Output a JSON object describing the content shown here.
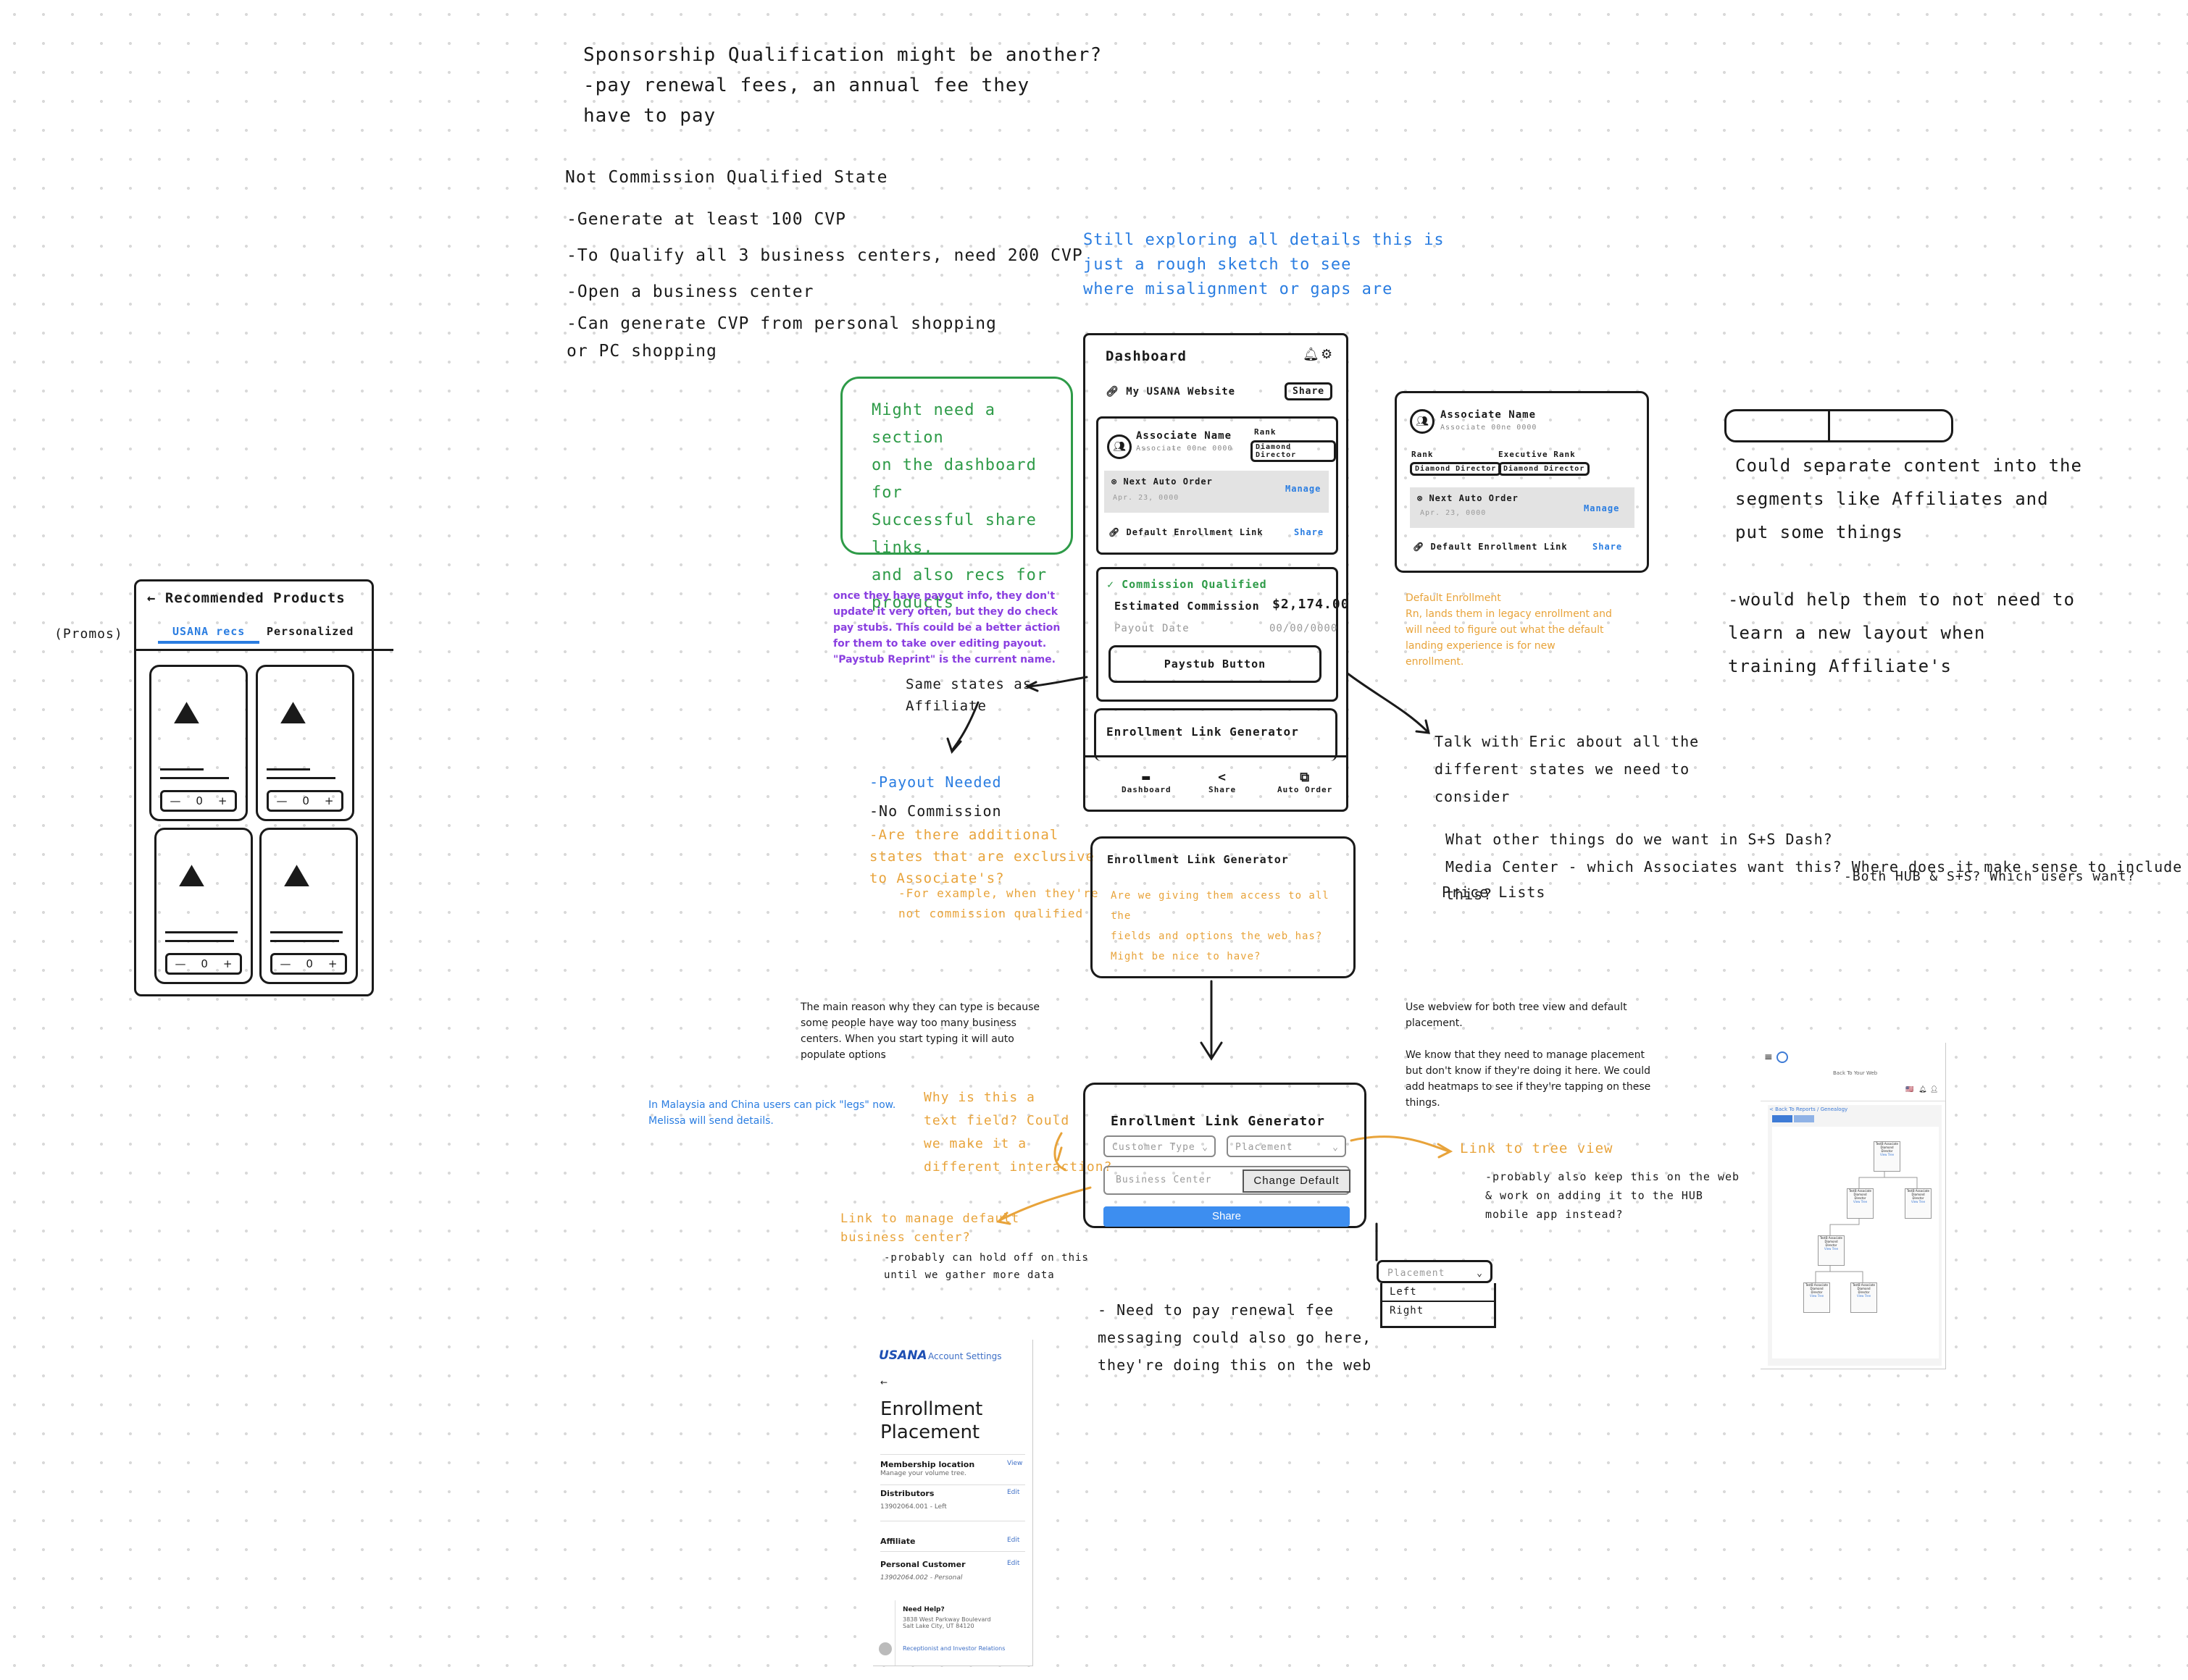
{
  "notes": {
    "sponsorship": "Sponsorship Qualification might be another?\n  -pay renewal fees, an annual fee they\n   have to pay",
    "not_commission_title": "Not Commission Qualified State",
    "not_commission_items": [
      "-Generate at least 100 CVP",
      "-To Qualify all 3 business centers, need 200 CVP",
      "-Open a business center",
      "-Can generate CVP from personal shopping\n or PC shopping"
    ],
    "still_exploring": "Still exploring all details this is\njust a rough sketch to see\nwhere misalignment or gaps are",
    "might_need": "Might need a section\non the dashboard for\nSuccessful share links,\nand also recs for\nproducts",
    "payout_info": "once they have payout info, they don't update it very often, but they do check pay stubs. This could be a better action for them to take over editing payout. \"Paystub Reprint\" is the current name.",
    "same_states": "Same states as\nAffiliate",
    "states_list": [
      "-Payout Needed",
      "-No Commission"
    ],
    "additional_states": "-Are there additional\n states that are exclusive\n to Associate's?",
    "for_example": "-For example, when they're\n not commission qualified",
    "default_enrollment": "Default Enrollment\nRn, lands them in legacy enrollment and will need to figure out what the default landing experience is for new enrollment.",
    "could_separate": "Could separate content into the\nsegments like Affiliates and\nput some things",
    "would_help": "-would help them to not need to\n learn a new layout when\n training Affiliate's",
    "talk_with_eric": "Talk with Eric about all the\ndifferent states we need to\nconsider",
    "what_other": "What other things do we want in S+S Dash?\nMedia Center - which Associates want this? Where does it make sense to include this?",
    "both_hub": "-Both HUB & S+S? Which users want?",
    "price_lists": "Price Lists",
    "main_reason": "The main reason why they can type is because some people have way too many business centers. When you start typing it will auto populate options",
    "malaysia": "In Malaysia and China users can pick \"legs\" now. Melissa will send details.",
    "why_text_field": "Why is this a\ntext field? Could\nwe make it a\ndifferent interaction?",
    "link_manage_default": "Link to manage default\nbusiness center?",
    "probably_hold_off": "-probably can hold off on this\n until we gather more data",
    "link_tree_view": "Link to tree view",
    "probably_keep": "-probably also keep this on the web\n& work on adding it to the HUB\nmobile app instead?",
    "need_to_pay": "- Need to pay renewal fee\n messaging could also go here,\n they're doing this on the web",
    "use_webview": "Use webview for both tree view and default placement.\n\nWe know that they need to manage placement but don't know if they're doing it here. We could add heatmaps to see if they're tapping on these things.",
    "promos": "(Promos)",
    "are_we_giving": "Are we giving them access to all the\nfields and options the web has?\nMight be nice to have?"
  },
  "rec_products": {
    "title": "Recommended Products",
    "tab_usana": "USANA recs",
    "tab_personalized": "Personalized",
    "stepper": {
      "minus": "—",
      "value": "0",
      "plus": "+"
    }
  },
  "dashboard": {
    "title": "Dashboard",
    "my_website": "My USANA Website",
    "share": "Share",
    "associate_name": "Associate Name",
    "associate_id": "Associate 00ne 0000",
    "rank_label": "Rank",
    "rank_value": "Diamond Director",
    "next_auto_order": "Next Auto Order",
    "auto_order_date": "Apr. 23, 0000",
    "manage": "Manage",
    "default_enrollment_link": "Default Enrollment Link",
    "commission_qualified": "Commission Qualified",
    "estimated_commission": "Estimated Commission",
    "commission_value": "$2,174.00",
    "payout_date": "Payout Date",
    "payout_value": "00/00/0000",
    "paystub_button": "Paystub Button",
    "enrollment_link_generator": "Enrollment Link Generator",
    "tabs": [
      "Dashboard",
      "Share",
      "Auto Order"
    ]
  },
  "associate_card": {
    "name": "Associate Name",
    "id": "Associate 00ne 0000",
    "rank_label": "Rank",
    "exec_rank_label": "Executive Rank",
    "rank_value": "Diamond Director",
    "exec_rank_value": "Diamond Director",
    "next_auto_order": "Next Auto Order",
    "date": "Apr. 23, 0000",
    "manage": "Manage",
    "default_enrollment_link": "Default Enrollment Link",
    "share": "Share"
  },
  "generator": {
    "title": "Enrollment Link Generator",
    "customer_type": "Customer Type",
    "placement": "Placement",
    "business_center": "Business Center",
    "change_default": "Change Default",
    "share": "Share"
  },
  "placement_dropdown": {
    "label": "Placement",
    "options": [
      "Left",
      "Right"
    ]
  },
  "account_settings": {
    "brand": "USANA",
    "header": "Account Settings",
    "back": "←",
    "title": "Enrollment\nPlacement",
    "membership_location": "Membership location",
    "manage_volume": "Manage your volume tree.",
    "view": "View",
    "distributors": "Distributors",
    "distributors_sub": "13902064.001 - Left",
    "edit": "Edit",
    "affiliate": "Affiliate",
    "personal_customer": "Personal Customer",
    "personal_sub": "13902064.002 - Personal",
    "need_help": "Need Help?",
    "address": "3838 West Parkway Boulevard\nSalt Lake City, UT 84120",
    "relations": "Receptionist and Investor Relations"
  },
  "tree_view": {
    "back_to_web": "Back To Your Web",
    "back_to_reports": "< Back To Reports",
    "genealogy": "Genealogy",
    "node_name": "TestB Associate",
    "node_rank": "Diamond Director",
    "node_link": "View Tree"
  },
  "colors": {
    "blue": "#2a7de1",
    "green": "#2e9b48",
    "orange": "#e8a33a",
    "purple": "#8a3fe0",
    "share_blue": "#3d8ef0",
    "tree_blue": "#3e7bd6"
  }
}
